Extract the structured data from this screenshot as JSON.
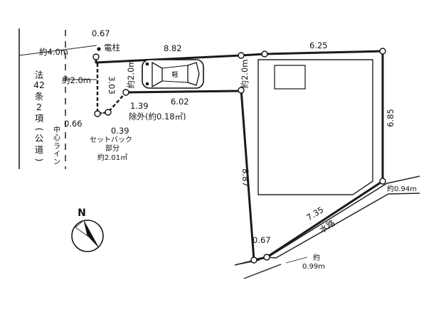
{
  "road": {
    "width_label": "約4.0m",
    "name_chars": [
      "法",
      "42",
      "条",
      "2",
      "項",
      "(",
      "公",
      "道",
      ")"
    ],
    "centerline_chars": [
      "中",
      "心",
      "ラ",
      "イ",
      "ン"
    ]
  },
  "utility_pole_label": "電柱",
  "setback_width_label": "約2.0m",
  "driveway_width_left_label": "約2.0m",
  "driveway_width_right_label": "約2.0m",
  "car_label": "軽",
  "excluded_area_label": "除外(約0.18㎡)",
  "setback_area": {
    "line1": "セットバック",
    "line2": "部分",
    "line3": "約2.01㎡"
  },
  "dimensions": {
    "top_left_corner": "0.67",
    "driveway_top": "8.82",
    "top_right": "6.25",
    "right_side": "6.85",
    "driveway_bottom": "6.02",
    "left_short": "3.03",
    "diag_1": "1.39",
    "left_bottom_a": "0.66",
    "left_bottom_b": "0.39",
    "lower_left_side": "8.87",
    "bottom_diagonal": "7.35",
    "bottom_left_corner": "0.67"
  },
  "waterway": {
    "label": "水路",
    "width_right_label": "約0.94m",
    "width_bottom_label_1": "約",
    "width_bottom_label_2": "0.99m"
  },
  "compass": {
    "north_label": "N"
  }
}
